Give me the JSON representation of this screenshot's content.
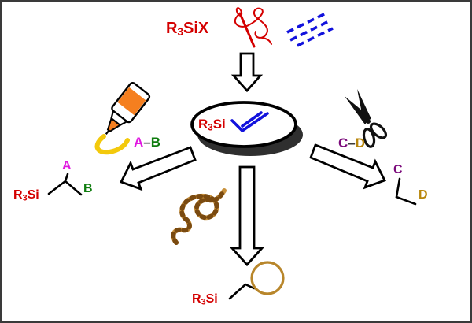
{
  "labels": {
    "silyl_halide": {
      "r": "R",
      "three": "3",
      "rest": "SiX"
    },
    "silane": {
      "r": "R",
      "three": "3",
      "rest": "Si"
    },
    "addition_reagent": {
      "a": "A",
      "dash": "–",
      "b": "B"
    },
    "addition_product": {
      "a": "A",
      "b": "B"
    },
    "cleavage_reagent": {
      "c": "C",
      "dash": "–",
      "d": "D"
    },
    "cleavage_product": {
      "c": "C",
      "d": "D"
    }
  },
  "icons": [
    "needle-and-thread-icon",
    "dashed-lines-icon",
    "glue-bottle-icon",
    "scissors-icon",
    "rope-knot-icon"
  ],
  "colors": {
    "red": "#d40000",
    "blue": "#1212dd",
    "magenta": "#e019e0",
    "green": "#0f7d0f",
    "purple": "#7b0b7b",
    "gold": "#b8860b",
    "orange": "#f57f1f",
    "yellow": "#f3c90c",
    "rope_tan": "#c8913c",
    "rope_dark": "#7a4a10",
    "ring_brown": "#b8862b",
    "disc_shadow": "#2f2f2f"
  }
}
